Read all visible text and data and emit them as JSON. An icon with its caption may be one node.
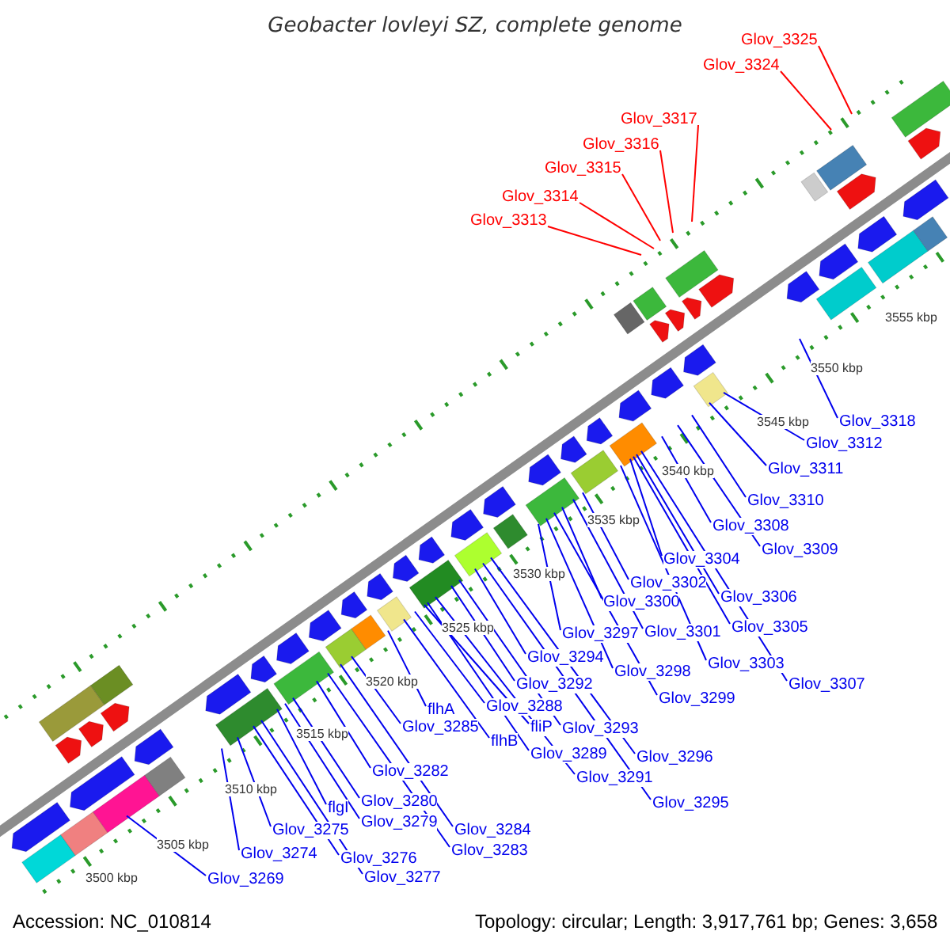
{
  "diagram": {
    "title": "Geobacter lovleyi SZ, complete genome",
    "nodes": [
      {
        "text": [
          "Glov_3325"
        ]
      },
      {
        "text": [
          "Glov_3324"
        ]
      },
      {
        "text": [
          "Glov_3317"
        ]
      },
      {
        "text": [
          "Glov_3316"
        ]
      },
      {
        "text": [
          "Glov_3315"
        ]
      },
      {
        "text": [
          "Glov_3314"
        ]
      },
      {
        "text": [
          "Glov_3313"
        ]
      },
      {
        "text": [
          "Glov_3318"
        ]
      },
      {
        "text": [
          "Glov_3312"
        ]
      },
      {
        "text": [
          "Glov_3311"
        ]
      },
      {
        "text": [
          "Glov_3310"
        ]
      },
      {
        "text": [
          "Glov_3308"
        ]
      },
      {
        "text": [
          "Glov_3309"
        ]
      },
      {
        "text": [
          "Glov_3304"
        ]
      },
      {
        "text": [
          "Glov_3302"
        ]
      },
      {
        "text": [
          "Glov_3306"
        ]
      },
      {
        "text": [
          "Glov_3300"
        ]
      },
      {
        "text": [
          "Glov_3305"
        ]
      },
      {
        "text": [
          "Glov_3297"
        ]
      },
      {
        "text": [
          "Glov_3301"
        ]
      },
      {
        "text": [
          "Glov_3294"
        ]
      },
      {
        "text": [
          "Glov_3303"
        ]
      },
      {
        "text": [
          "Glov_3298"
        ]
      },
      {
        "text": [
          "Glov_3292"
        ]
      },
      {
        "text": [
          "Glov_3307"
        ]
      },
      {
        "text": [
          "Glov_3299"
        ]
      },
      {
        "text": [
          "Glov_3288"
        ]
      },
      {
        "text": [
          "flhA"
        ]
      },
      {
        "text": [
          "Glov_3285"
        ]
      },
      {
        "text": [
          "fliP"
        ]
      },
      {
        "text": [
          "Glov_3293"
        ]
      },
      {
        "text": [
          "flhB"
        ]
      },
      {
        "text": [
          "Glov_3289"
        ]
      },
      {
        "text": [
          "Glov_3296"
        ]
      },
      {
        "text": [
          "Glov_3282"
        ]
      },
      {
        "text": [
          "Glov_3291"
        ]
      },
      {
        "text": [
          "Glov_3280"
        ]
      },
      {
        "text": [
          "Glov_3295"
        ]
      },
      {
        "text": [
          "flgI"
        ]
      },
      {
        "text": [
          "Glov_3279"
        ]
      },
      {
        "text": [
          "Glov_3275"
        ]
      },
      {
        "text": [
          "Glov_3284"
        ]
      },
      {
        "text": [
          "Glov_3283"
        ]
      },
      {
        "text": [
          "Glov_3274"
        ]
      },
      {
        "text": [
          "Glov_3276"
        ]
      },
      {
        "text": [
          "Glov_3277"
        ]
      },
      {
        "text": [
          "Glov_3269"
        ]
      }
    ],
    "edges": [
      {
        "from": 0,
        "to": null,
        "arrow": "none",
        "color": "#ff0000"
      },
      {
        "from": 1,
        "to": null,
        "arrow": "none",
        "color": "#ff0000"
      },
      {
        "from": 2,
        "to": null,
        "arrow": "none",
        "color": "#ff0000"
      },
      {
        "from": 3,
        "to": null,
        "arrow": "none",
        "color": "#ff0000"
      },
      {
        "from": 4,
        "to": null,
        "arrow": "none",
        "color": "#ff0000"
      },
      {
        "from": 5,
        "to": null,
        "arrow": "none",
        "color": "#ff0000"
      },
      {
        "from": 6,
        "to": null,
        "arrow": "none",
        "color": "#ff0000"
      },
      {
        "from": 7,
        "to": null,
        "arrow": "none"
      },
      {
        "from": 8,
        "to": null,
        "arrow": "none"
      },
      {
        "from": 9,
        "to": null,
        "arrow": "none"
      },
      {
        "from": 10,
        "to": null,
        "arrow": "none"
      },
      {
        "from": 11,
        "to": null,
        "arrow": "none"
      },
      {
        "from": 12,
        "to": null,
        "arrow": "none"
      },
      {
        "from": 13,
        "to": null,
        "arrow": "none"
      },
      {
        "from": 14,
        "to": null,
        "arrow": "none"
      },
      {
        "from": 15,
        "to": null,
        "arrow": "none"
      },
      {
        "from": 16,
        "to": null,
        "arrow": "none"
      },
      {
        "from": 17,
        "to": null,
        "arrow": "none"
      },
      {
        "from": 18,
        "to": null,
        "arrow": "none"
      },
      {
        "from": 19,
        "to": null,
        "arrow": "none"
      },
      {
        "from": 20,
        "to": null,
        "arrow": "none"
      },
      {
        "from": 21,
        "to": null,
        "arrow": "none"
      },
      {
        "from": 22,
        "to": null,
        "arrow": "none"
      },
      {
        "from": 23,
        "to": null,
        "arrow": "none"
      },
      {
        "from": 24,
        "to": null,
        "arrow": "none"
      },
      {
        "from": 25,
        "to": null,
        "arrow": "none"
      },
      {
        "from": 26,
        "to": null,
        "arrow": "none"
      },
      {
        "from": 27,
        "to": null,
        "arrow": "none"
      },
      {
        "from": 28,
        "to": null,
        "arrow": "none"
      },
      {
        "from": 29,
        "to": null,
        "arrow": "none"
      },
      {
        "from": 30,
        "to": null,
        "arrow": "none"
      },
      {
        "from": 31,
        "to": null,
        "arrow": "none"
      },
      {
        "from": 32,
        "to": null,
        "arrow": "none"
      },
      {
        "from": 33,
        "to": null,
        "arrow": "none"
      },
      {
        "from": 34,
        "to": null,
        "arrow": "none"
      },
      {
        "from": 35,
        "to": null,
        "arrow": "none"
      },
      {
        "from": 36,
        "to": null,
        "arrow": "none"
      },
      {
        "from": 37,
        "to": null,
        "arrow": "none"
      },
      {
        "from": 38,
        "to": null,
        "arrow": "none"
      },
      {
        "from": 39,
        "to": null,
        "arrow": "none"
      },
      {
        "from": 40,
        "to": null,
        "arrow": "none"
      },
      {
        "from": 41,
        "to": null,
        "arrow": "none"
      },
      {
        "from": 42,
        "to": null,
        "arrow": "none"
      },
      {
        "from": 43,
        "to": null,
        "arrow": "none"
      },
      {
        "from": 44,
        "to": null,
        "arrow": "none"
      },
      {
        "from": 45,
        "to": null,
        "arrow": "none"
      },
      {
        "from": 46,
        "to": null,
        "arrow": "none"
      }
    ],
    "labels": [
      "3555 kbp",
      "3550 kbp",
      "3545 kbp",
      "3540 kbp",
      "3535 kbp",
      "3530 kbp",
      "3525 kbp",
      "3520 kbp",
      "3515 kbp",
      "3510 kbp",
      "3505 kbp",
      "3500 kbp",
      "Accession: NC_010814",
      "Topology: circular; Length: 3,917,761 bp; Genes: 3,658"
    ]
  }
}
